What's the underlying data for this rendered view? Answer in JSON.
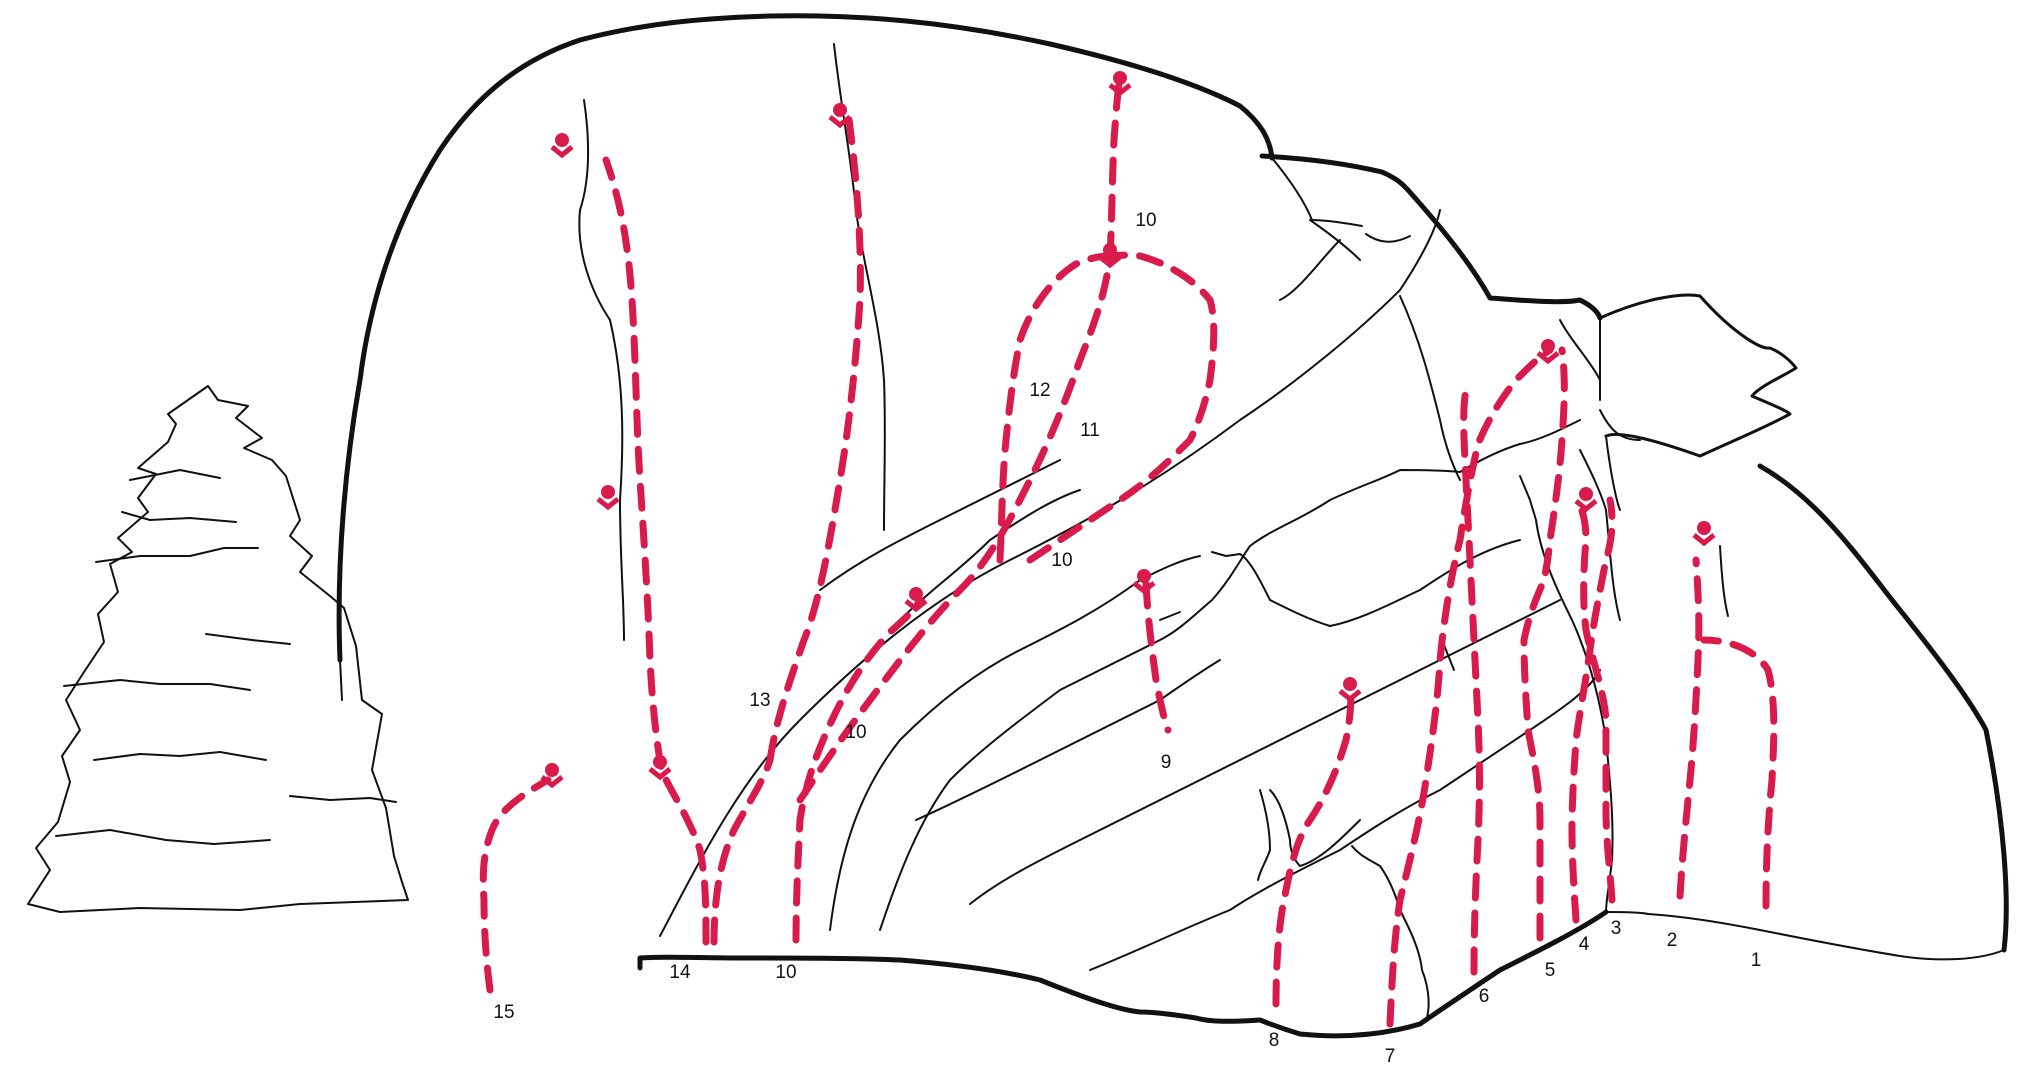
{
  "colors": {
    "route": "#d81b4a",
    "line": "#111111",
    "background": "#ffffff"
  },
  "icons": {
    "anchor": "belay-anchor-icon",
    "tree": "tree-icon"
  },
  "labels": {
    "l15": "15",
    "l14": "14",
    "l10_bottom": "10",
    "l13": "13",
    "l10_mid": "10",
    "l12": "12",
    "l11": "11",
    "l10_upper": "10",
    "l10_top": "10",
    "l9": "9",
    "l8": "8",
    "l7": "7",
    "l6": "6",
    "l5": "5",
    "l4": "4",
    "l3": "3",
    "l2": "2",
    "l1": "1"
  }
}
